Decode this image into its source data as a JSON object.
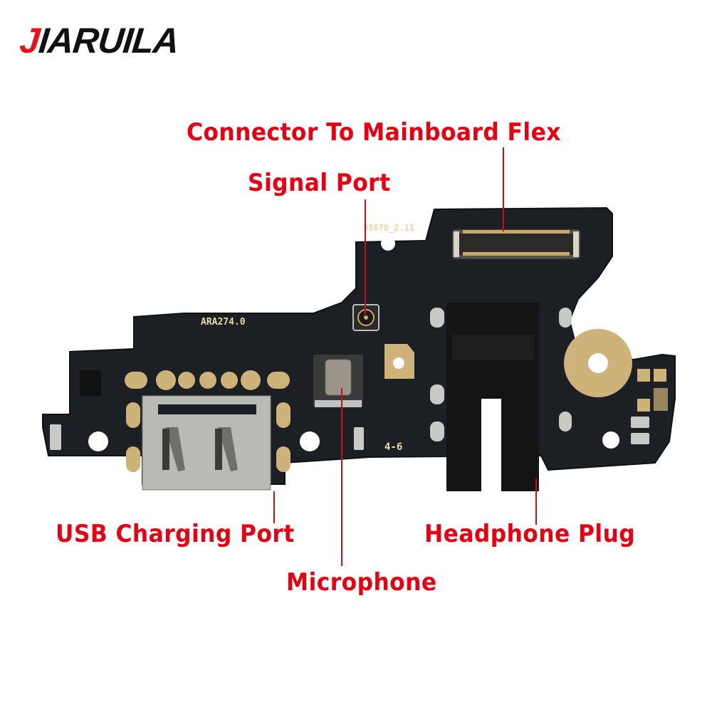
{
  "brand": {
    "first_letter": "J",
    "rest": "IARUILA",
    "accent_color": "#e8101a"
  },
  "labels": {
    "connector": "Connector To Mainboard Flex",
    "signal_port": "Signal Port",
    "usb_port": "USB Charging Port",
    "microphone": "Microphone",
    "headphone": "Headphone Plug"
  },
  "silkscreen": {
    "board_id_top": "98670_2.11",
    "board_id_left": "ARA274.0",
    "version": "4-6"
  },
  "colors": {
    "label_red": "#e60012",
    "pcb_black": "#1c1f24",
    "gold_pad": "#cdb27a",
    "metal": "#b9b9b6"
  }
}
